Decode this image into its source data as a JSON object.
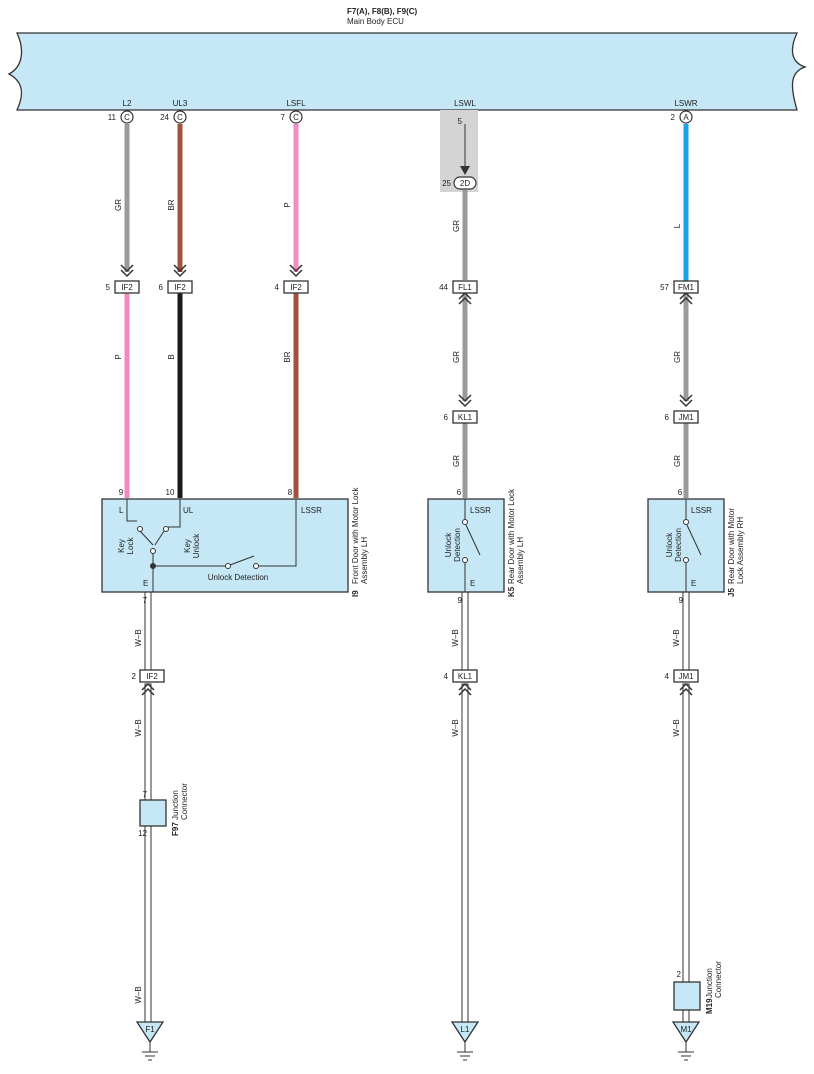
{
  "ecu": {
    "title": "F7(A), F8(B), F9(C)",
    "name": "Main Body ECU"
  },
  "ecu_pins": [
    {
      "id": "l2",
      "sig": "L2",
      "num": "11",
      "conn": "C"
    },
    {
      "id": "ul3",
      "sig": "UL3",
      "num": "24",
      "conn": "C"
    },
    {
      "id": "lsfl",
      "sig": "LSFL",
      "num": "7",
      "conn": "C"
    },
    {
      "id": "lswl",
      "sig": "LSWL",
      "num": "5",
      "conn": ""
    },
    {
      "id": "lswr",
      "sig": "LSWR",
      "num": "2",
      "conn": "A"
    }
  ],
  "wire_colors": {
    "GR": "#9a9a9a",
    "BR": "#a0533a",
    "P": "#f28cc0",
    "B": "#1a1a1a",
    "L": "#1aa3e8",
    "W-B": "#ffffff"
  },
  "wire_labels": {
    "gr": "GR",
    "br": "BR",
    "p": "P",
    "b": "B",
    "l": "L",
    "wb": "W–B"
  },
  "connectors": {
    "if2": "IF2",
    "fl1": "FL1",
    "fm1": "FM1",
    "kl1": "KL1",
    "jm1": "JM1",
    "c2d": "2D"
  },
  "pins": {
    "p25": "25",
    "p5": "5",
    "p6": "6",
    "p4": "4",
    "p44": "44",
    "p57": "57",
    "p9": "9",
    "p10": "10",
    "p8": "8",
    "p7": "7",
    "p2": "2",
    "p12": "12"
  },
  "front_lh": {
    "id": "I9",
    "name": [
      "Front Door with Motor Lock",
      "Assembly LH"
    ],
    "term_l": "L",
    "term_ul": "UL",
    "term_lssr": "LSSR",
    "term_e": "E",
    "key_lock": [
      "Key",
      "Lock"
    ],
    "key_unlock": [
      "Key",
      "Unlock"
    ],
    "unlock_detection": "Unlock Detection"
  },
  "rear_lh": {
    "id": "K5",
    "name": [
      "Rear Door with Motor Lock",
      "Assembly LH"
    ],
    "term_lssr": "LSSR",
    "term_e": "E",
    "unlock_detection": [
      "Unlock",
      "Detection"
    ]
  },
  "rear_rh": {
    "id": "J5",
    "name": [
      "Rear Door with Motor",
      "Lock Assembly RH"
    ],
    "term_lssr": "LSSR",
    "term_e": "E",
    "unlock_detection": [
      "Unlock",
      "Detection"
    ]
  },
  "junctions": {
    "f97": {
      "id": "F97",
      "name": [
        "Junction",
        "Connector"
      ]
    },
    "m19": {
      "id": "M19",
      "name": [
        "Junction",
        "Connector"
      ]
    }
  },
  "grounds": {
    "f1": "F1",
    "l1": "L1",
    "m1": "M1"
  }
}
